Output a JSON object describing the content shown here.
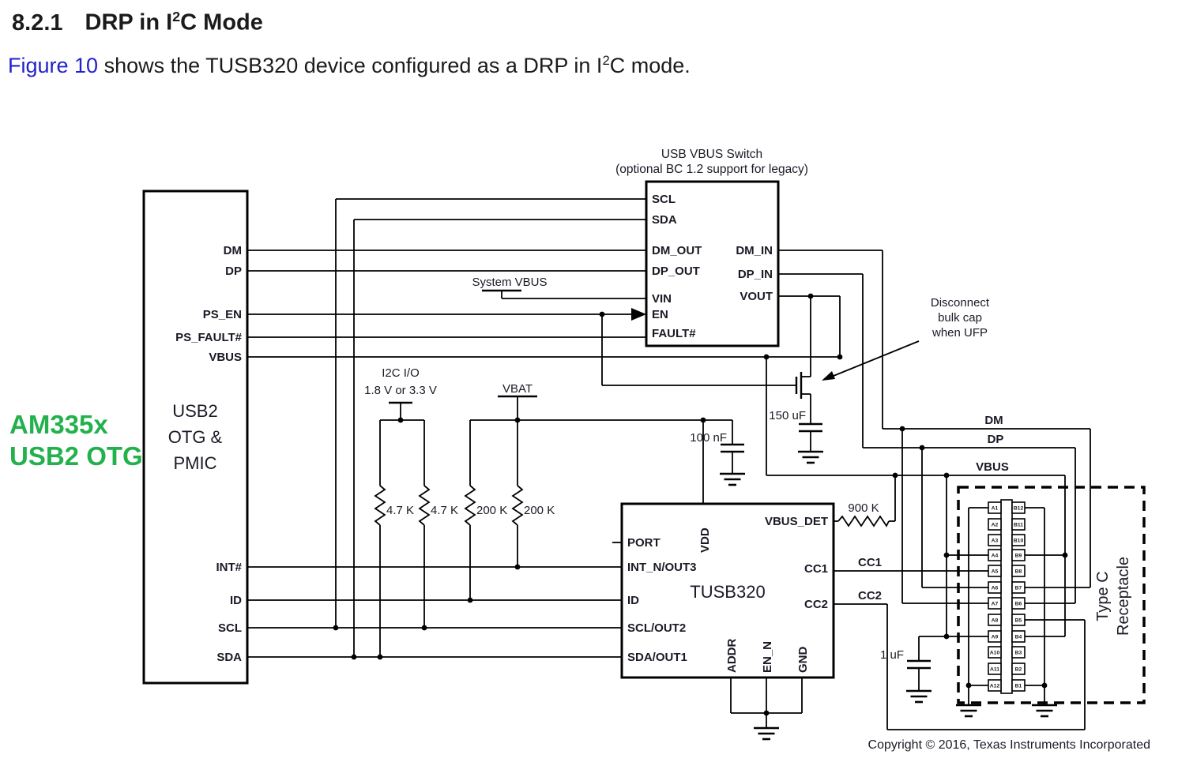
{
  "doc": {
    "section_number": "8.2.1",
    "section_title_pre": "DRP in I",
    "sup": "2",
    "section_title_post": "C Mode",
    "intro_link": "Figure 10",
    "intro_pre": " shows the TUSB320 device configured as a DRP in I",
    "intro_sup": "2",
    "intro_post": "C mode.",
    "copyright": "Copyright © 2016, Texas Instruments Incorporated"
  },
  "colors": {
    "annotation_green": "#22b14c",
    "link_blue": "#2121cc",
    "wire_black": "#000000",
    "label_ink": "#1a1a26"
  },
  "left_block": {
    "annotation_line1": "AM335x",
    "annotation_line2": "USB2 OTG",
    "title_line1": "USB2",
    "title_line2": "OTG &",
    "title_line3": "PMIC",
    "pin_dm": "DM",
    "pin_dp": "DP",
    "pin_ps_en": "PS_EN",
    "pin_ps_fault": "PS_FAULT#",
    "pin_vbus": "VBUS",
    "pin_int": "INT#",
    "pin_id": "ID",
    "pin_scl": "SCL",
    "pin_sda": "SDA"
  },
  "vbus_switch": {
    "title_line1": "USB VBUS Switch",
    "title_line2": "(optional BC 1.2 support for legacy)",
    "pin_scl": "SCL",
    "pin_sda": "SDA",
    "pin_dm_out": "DM_OUT",
    "pin_dp_out": "DP_OUT",
    "pin_vin": "VIN",
    "pin_en": "EN",
    "pin_fault": "FAULT#",
    "pin_dm_in": "DM_IN",
    "pin_dp_in": "DP_IN",
    "pin_vout": "VOUT"
  },
  "tusb320": {
    "name": "TUSB320",
    "pin_vdd": "VDD",
    "pin_port": "PORT",
    "pin_int_n": "INT_N/OUT3",
    "pin_id": "ID",
    "pin_scl": "SCL/OUT2",
    "pin_sda": "SDA/OUT1",
    "pin_vbus_det": "VBUS_DET",
    "pin_cc1": "CC1",
    "pin_cc2": "CC2",
    "pin_addr": "ADDR",
    "pin_en_n": "EN_N",
    "pin_gnd": "GND"
  },
  "receptacle": {
    "label_line1": "Type C",
    "label_line2": "Receptacle",
    "a_pins": [
      "A1",
      "A2",
      "A3",
      "A4",
      "A5",
      "A6",
      "A7",
      "A8",
      "A9",
      "A10",
      "A11",
      "A12"
    ],
    "b_pins": [
      "B12",
      "B11",
      "B10",
      "B9",
      "B8",
      "B7",
      "B6",
      "B5",
      "B4",
      "B3",
      "B2",
      "B1"
    ]
  },
  "supplies": {
    "system_vbus": "System VBUS",
    "i2c_io_line1": "I2C I/O",
    "i2c_io_line2": "1.8 V or 3.3 V",
    "vbat": "VBAT"
  },
  "components": {
    "r_sda": "4.7 K",
    "r_scl": "4.7 K",
    "r_id": "200 K",
    "r_int": "200 K",
    "r_vbus_det": "900 K",
    "c_bypass": "100 nF",
    "c_bulk": "150 uF",
    "c_vbus": "1 uF"
  },
  "nets": {
    "dm": "DM",
    "dp": "DP",
    "vbus": "VBUS",
    "cc1": "CC1",
    "cc2": "CC2"
  },
  "annotation": {
    "line1": "Disconnect",
    "line2": "bulk cap",
    "line3": "when UFP"
  }
}
